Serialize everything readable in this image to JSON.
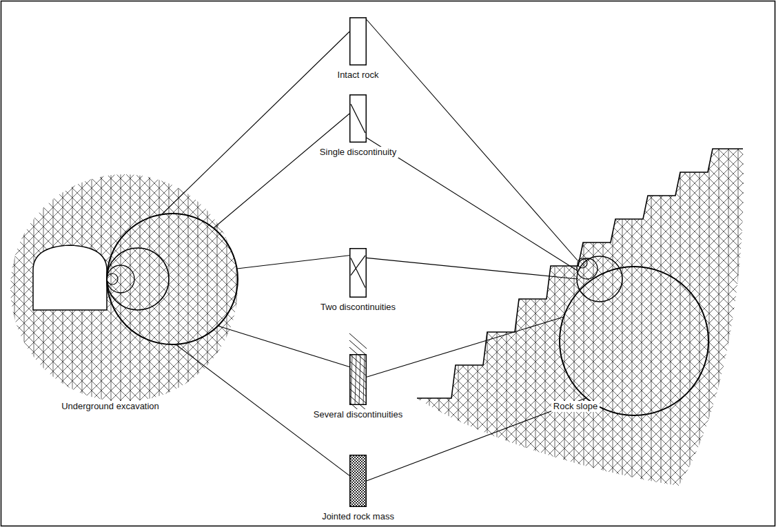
{
  "diagram": {
    "nodes": [
      {
        "text": [
          "Underground excavation"
        ]
      },
      {
        "text": [
          "Intact rock"
        ]
      },
      {
        "text": [
          "Single discontinuity"
        ]
      },
      {
        "text": [
          "Two discontinuities"
        ]
      },
      {
        "text": [
          "Several discontinuities"
        ]
      },
      {
        "text": [
          "Jointed rock mass"
        ]
      },
      {
        "text": [
          "Rock slope"
        ]
      }
    ],
    "edges": [
      {
        "from": 0,
        "to": 1,
        "arrow": "none"
      },
      {
        "from": 0,
        "to": 2,
        "arrow": "none"
      },
      {
        "from": 0,
        "to": 3,
        "arrow": "none"
      },
      {
        "from": 0,
        "to": 4,
        "arrow": "none"
      },
      {
        "from": 0,
        "to": 5,
        "arrow": "none"
      },
      {
        "from": 6,
        "to": 1,
        "arrow": "none"
      },
      {
        "from": 6,
        "to": 2,
        "arrow": "none"
      },
      {
        "from": 6,
        "to": 3,
        "arrow": "none"
      },
      {
        "from": 6,
        "to": 4,
        "arrow": "none"
      },
      {
        "from": 6,
        "to": 5,
        "arrow": "none"
      }
    ]
  }
}
